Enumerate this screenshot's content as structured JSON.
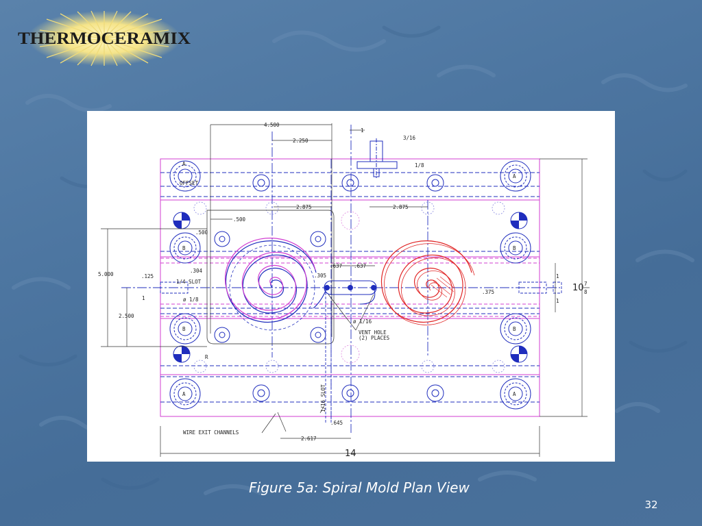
{
  "logo": {
    "text_main": "THERMOCERAMIX",
    "colors": {
      "rays": "#f2e28a",
      "letters": "#1b1b1b"
    }
  },
  "drawing": {
    "dimensions": {
      "d_4500": "4.500",
      "d_2250": "2.250",
      "d_1": "1",
      "d_3_16_top": "3/16",
      "d_1_8": "1/8",
      "d_2875_left": "2.875",
      "d_2875_right": "2.875",
      "d_500_a": ".500",
      "d_500_b": ".500",
      "d_5000": "5.000",
      "d_2500": "2.500",
      "d_125": ".125",
      "d_1_left": "1",
      "d_304": ".304",
      "d_1_4_slot": "1/4 SLOT",
      "d_637_a": ".637",
      "d_637_b": ".637",
      "d_305": ".305",
      "d_375": ".375",
      "d_1_right_a": "1",
      "d_1_right_b": "1",
      "d_10_whole": "10",
      "d_10_num": "7",
      "d_10_den": "8",
      "d_645": ".645",
      "d_2617": "2.617",
      "d_14": "14",
      "d_r": "R",
      "d_dia_left": "ø 1/8",
      "d_dia_vent": "ø 1/16",
      "d_slot_vert": "1/16 SLOT"
    },
    "labels": {
      "offset": "OFFSET",
      "vent_hole_1": "VENT HOLE",
      "vent_hole_2": "(2) PLACES",
      "wire_exit": "WIRE EXIT CHANNELS",
      "bolt_a": "A",
      "bolt_b": "B"
    },
    "colors": {
      "blue": "#1f2dbd",
      "magenta": "#d13cd1",
      "red": "#e02424",
      "black": "#111111"
    }
  },
  "caption": "Figure 5a: Spiral Mold Plan View",
  "slide_number": "32"
}
